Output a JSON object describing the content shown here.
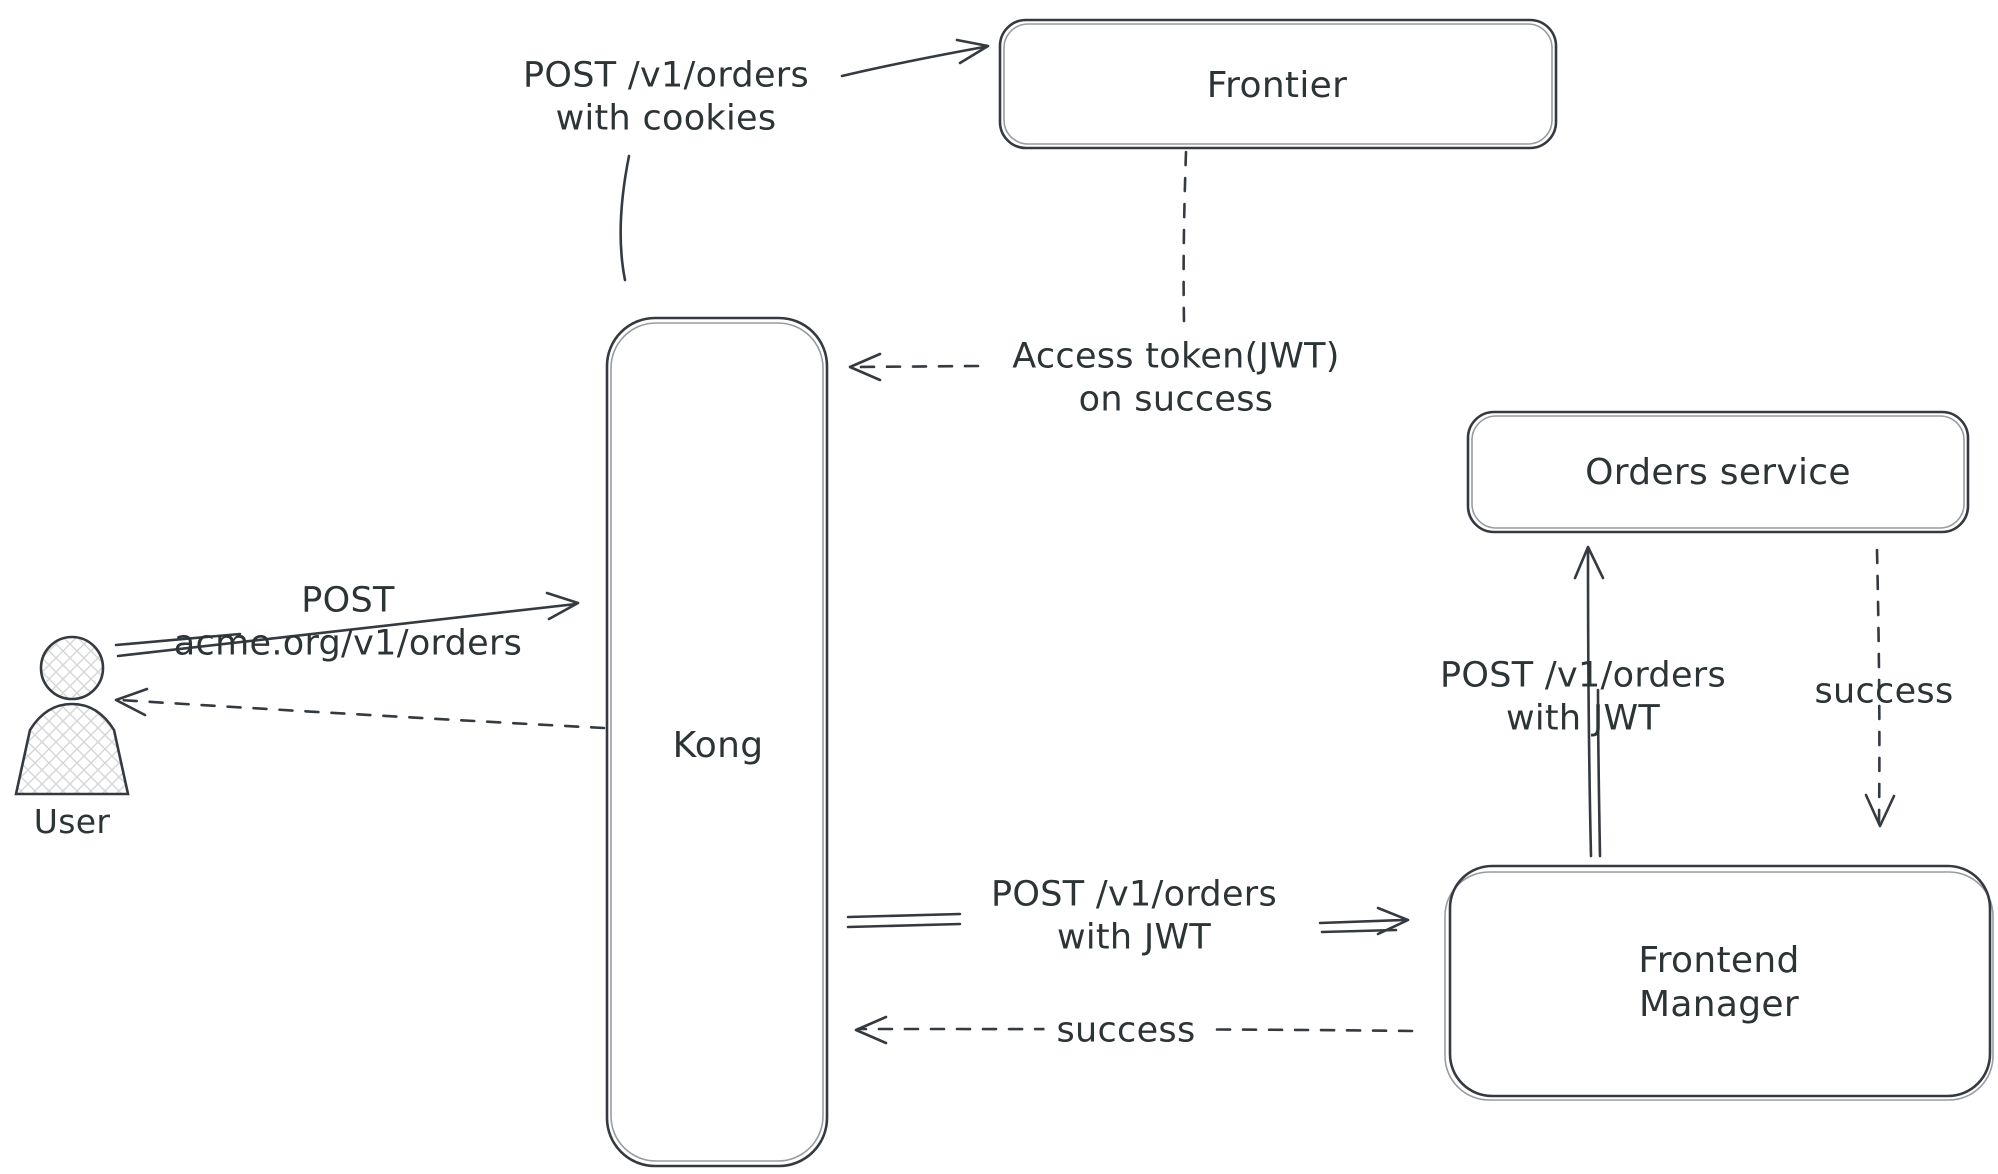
{
  "diagram": {
    "nodes": {
      "frontier": {
        "label": "Frontier"
      },
      "kong": {
        "label": "Kong"
      },
      "orders_service": {
        "label": "Orders service"
      },
      "frontend_manager": {
        "line1": "Frontend",
        "line2": "Manager"
      },
      "user": {
        "label": "User"
      }
    },
    "edge_labels": {
      "post_orders_with_cookies": {
        "line1": "POST /v1/orders",
        "line2": "with cookies"
      },
      "access_token_jwt": {
        "line1": "Access token(JWT)",
        "line2": "on success"
      },
      "post_acme_org": {
        "line1": "POST",
        "line2": "acme.org/v1/orders"
      },
      "post_orders_jwt_kong_to_fm": {
        "line1": "POST /v1/orders",
        "line2": "with JWT"
      },
      "success_fm_to_kong": {
        "label": "success"
      },
      "post_orders_jwt_fm_to_orders": {
        "line1": "POST /v1/orders",
        "line2": "with JWT"
      },
      "success_orders_to_fm": {
        "label": "success"
      }
    },
    "icons": {
      "user": "person-figure-icon"
    },
    "colors": {
      "stroke": "#343a40",
      "text": "#2d3436",
      "background": "#ffffff"
    }
  }
}
